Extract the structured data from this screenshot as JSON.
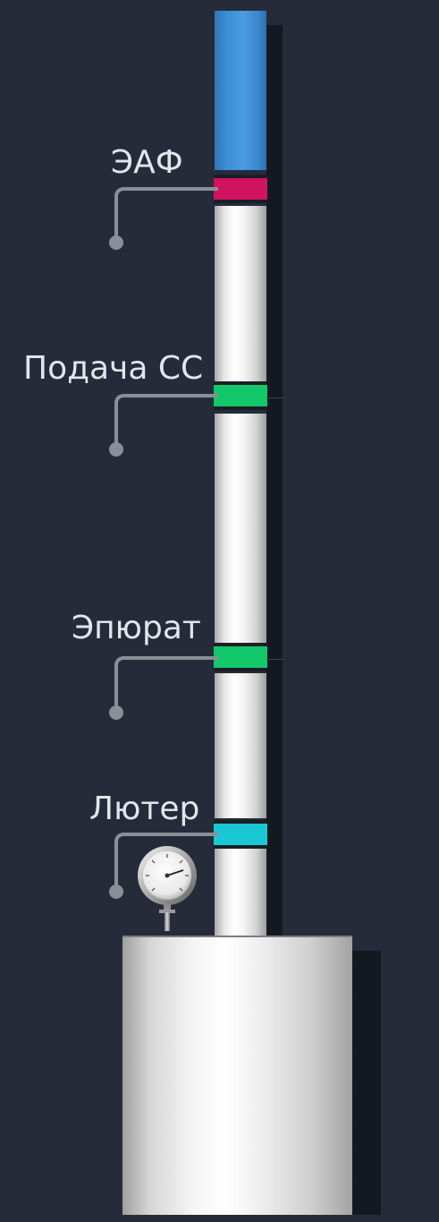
{
  "column_labels": {
    "eaf": "ЭАФ",
    "feed": "Подача СС",
    "epurat": "Эпюрат",
    "luter": "Лютер"
  },
  "ring_colors": {
    "eaf": "#d1135f",
    "feed": "#12c86a",
    "epurat": "#12c86a",
    "luter": "#19c8d2"
  }
}
